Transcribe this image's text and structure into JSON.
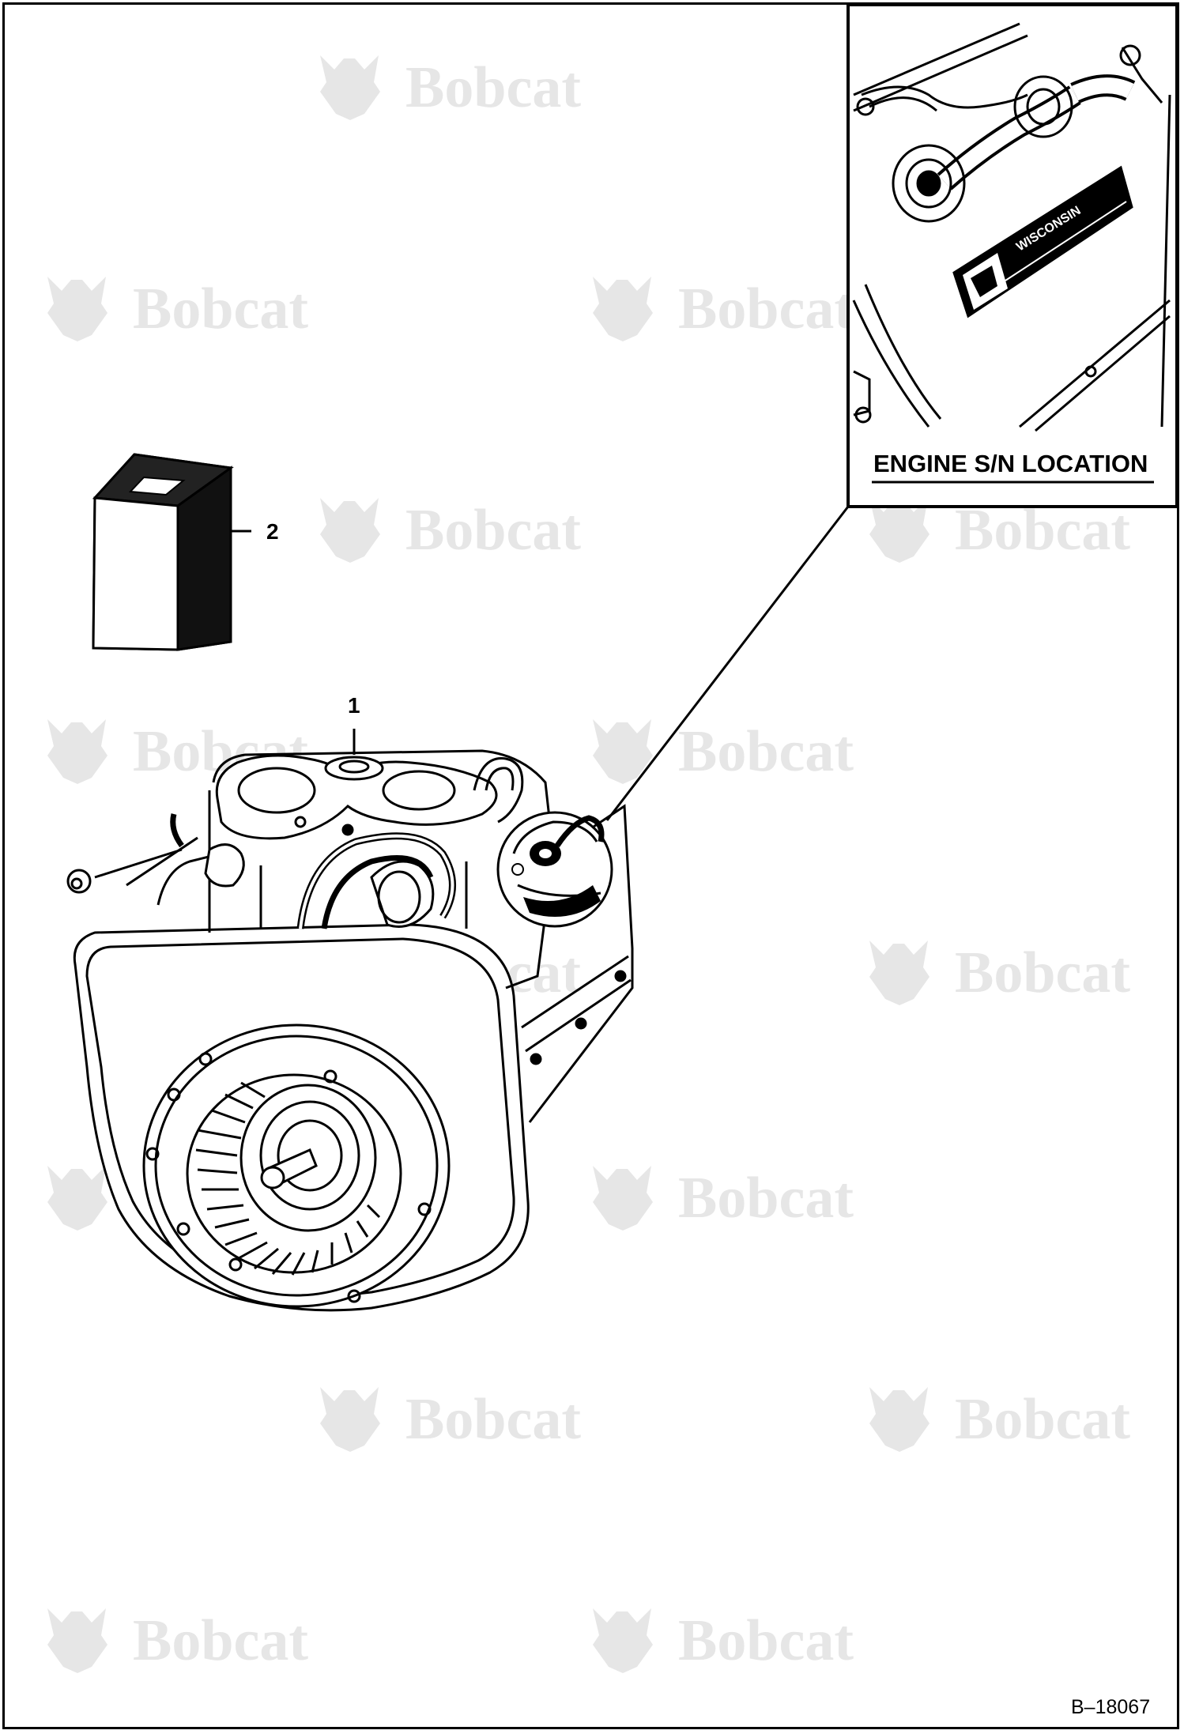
{
  "watermark": {
    "text": "Bobcat"
  },
  "callouts": [
    {
      "label": "1"
    },
    {
      "label": "2"
    }
  ],
  "inset": {
    "title": "ENGINE S/N LOCATION",
    "plate_brand": "WISCONSIN"
  },
  "figure_number": "B–18067"
}
